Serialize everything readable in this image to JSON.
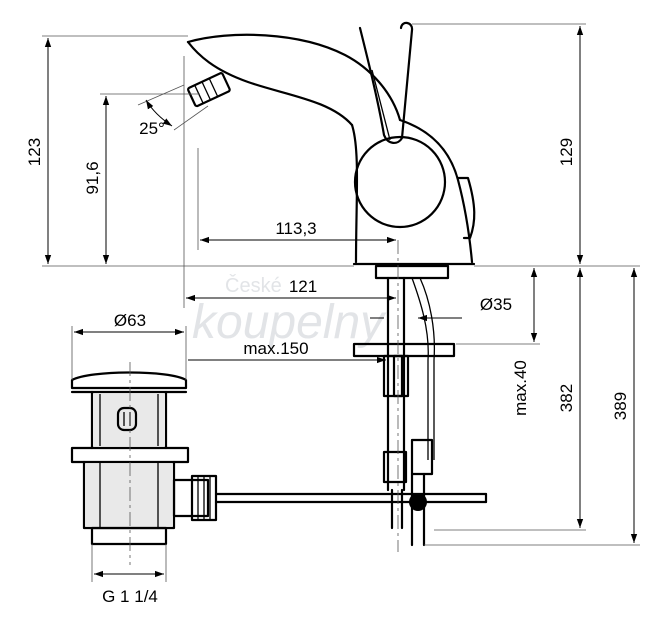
{
  "dimensions": {
    "height_spout": "123",
    "height_total": "129",
    "height_aerator": "91,6",
    "angle": "25°",
    "reach_spout": "113,3",
    "reach_total": "121",
    "max_rod": "max.150",
    "waste_diameter": "Ø63",
    "base_diameter": "Ø35",
    "max_thickness": "max.40",
    "overall_382": "382",
    "overall_389": "389",
    "thread": "G 1 1/4"
  },
  "watermark": {
    "line1": "České",
    "line2": "koupelny"
  }
}
